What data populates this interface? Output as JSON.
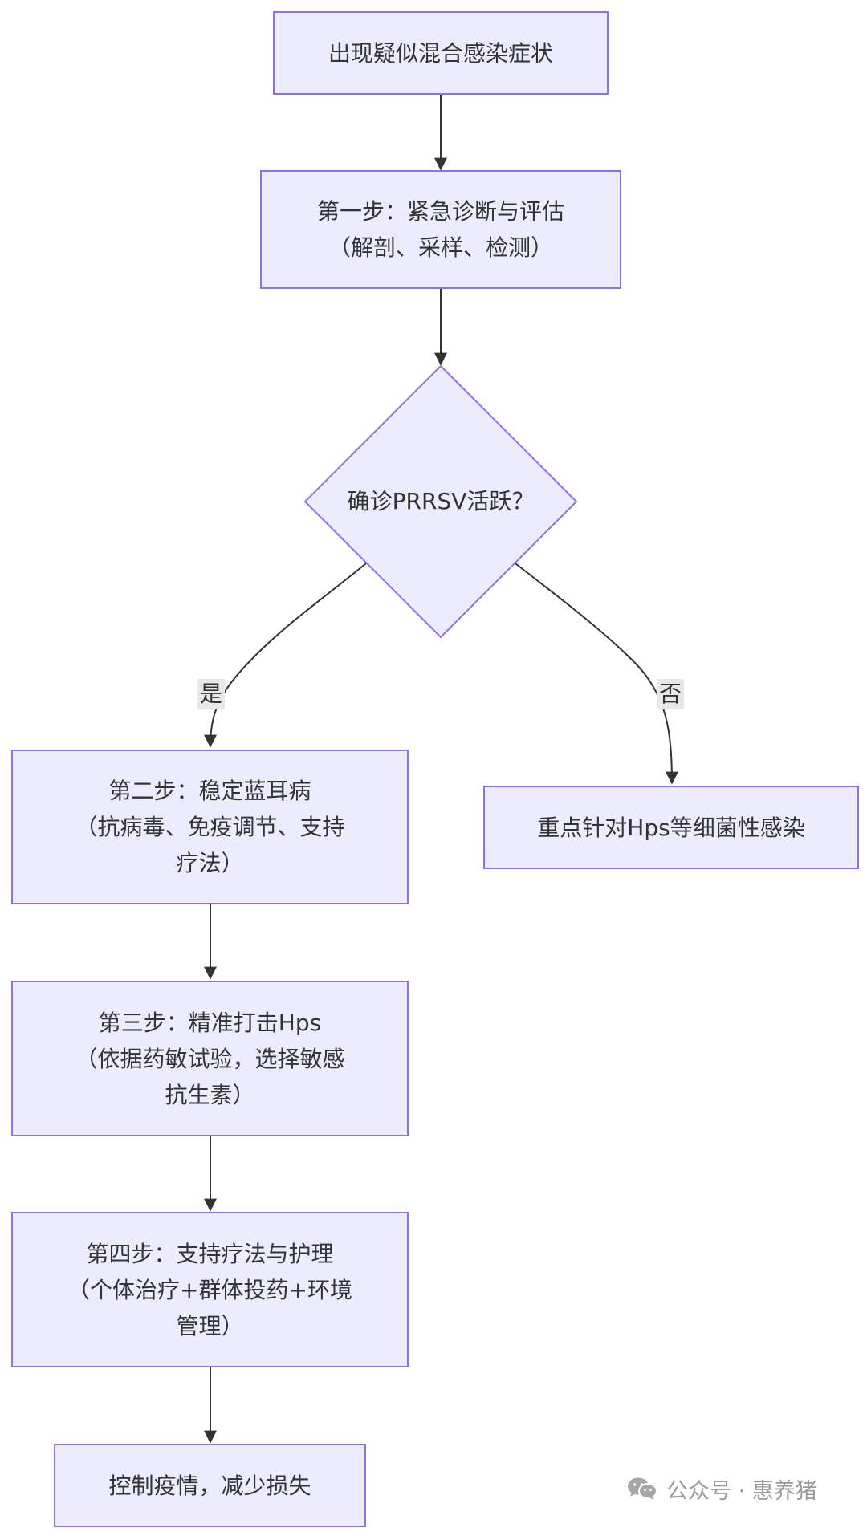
{
  "nodes": {
    "start": "出现疑似混合感染症状",
    "step1": {
      "line1": "第一步：紧急诊断与评估",
      "line2": "（解剖、采样、检测）"
    },
    "decision": "确诊PRRSV活跃？",
    "step2": {
      "line1": "第二步：稳定蓝耳病",
      "line2": "（抗病毒、免疫调节、支持",
      "line3": "疗法）"
    },
    "bacterial": "重点针对Hps等细菌性感染",
    "step3": {
      "line1": "第三步：精准打击Hps",
      "line2": "（依据药敏试验，选择敏感",
      "line3": "抗生素）"
    },
    "step4": {
      "line1": "第四步：支持疗法与护理",
      "line2": "（个体治疗+群体投药+环境",
      "line3": "管理）"
    },
    "end": "控制疫情，减少损失"
  },
  "edges": {
    "yes_label": "是",
    "no_label": "否"
  },
  "watermark": {
    "text": "公众号 · 惠养猪",
    "icon": "wechat-icon"
  },
  "colors": {
    "node_fill": "#ececff",
    "node_border": "#9370db",
    "edge": "#333333",
    "edge_label_bg": "#e8e8e8"
  }
}
